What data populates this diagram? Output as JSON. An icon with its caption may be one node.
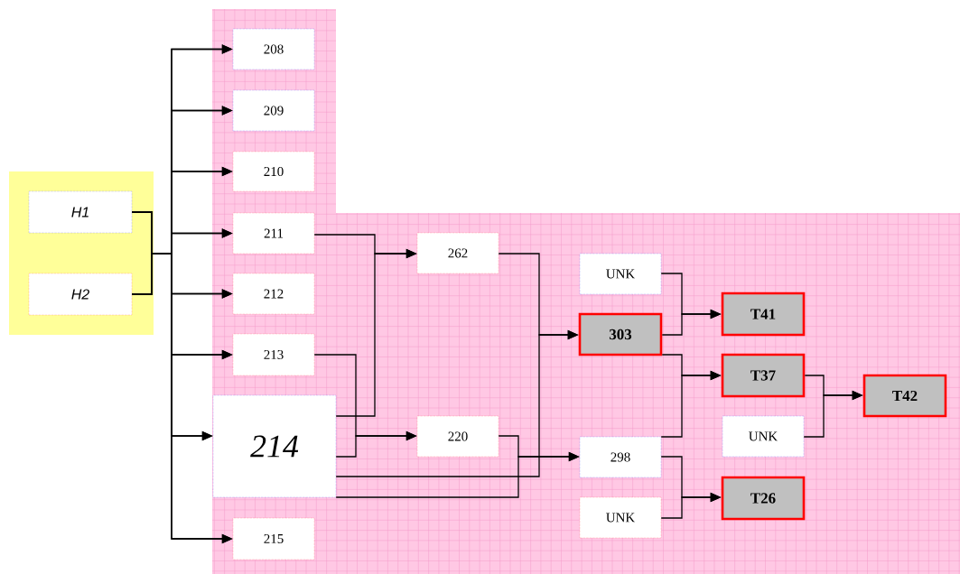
{
  "diagram": {
    "nodes": [
      {
        "text": [
          "H1"
        ]
      },
      {
        "text": [
          "H2"
        ]
      },
      {
        "text": [
          "208"
        ]
      },
      {
        "text": [
          "209"
        ]
      },
      {
        "text": [
          "210"
        ]
      },
      {
        "text": [
          "211"
        ]
      },
      {
        "text": [
          "212"
        ]
      },
      {
        "text": [
          "213"
        ]
      },
      {
        "text": [
          "214"
        ]
      },
      {
        "text": [
          "215"
        ]
      },
      {
        "text": [
          "262"
        ]
      },
      {
        "text": [
          "220"
        ]
      },
      {
        "text": [
          "UNK"
        ]
      },
      {
        "text": [
          "303"
        ]
      },
      {
        "text": [
          "298"
        ]
      },
      {
        "text": [
          "UNK"
        ]
      },
      {
        "text": [
          "T41"
        ]
      },
      {
        "text": [
          "T37"
        ]
      },
      {
        "text": [
          "UNK"
        ]
      },
      {
        "text": [
          "T26"
        ]
      },
      {
        "text": [
          "T42"
        ]
      }
    ],
    "edges": [
      {
        "from": 0,
        "to": 2,
        "arrow": "to"
      },
      {
        "from": 0,
        "to": 3,
        "arrow": "to"
      },
      {
        "from": 0,
        "to": 4,
        "arrow": "to"
      },
      {
        "from": 0,
        "to": 5,
        "arrow": "to"
      },
      {
        "from": 0,
        "to": 6,
        "arrow": "to"
      },
      {
        "from": 0,
        "to": 7,
        "arrow": "to"
      },
      {
        "from": 0,
        "to": 8,
        "arrow": "to"
      },
      {
        "from": 0,
        "to": 9,
        "arrow": "to"
      },
      {
        "from": 1,
        "to": 2,
        "arrow": "to"
      },
      {
        "from": 1,
        "to": 3,
        "arrow": "to"
      },
      {
        "from": 1,
        "to": 4,
        "arrow": "to"
      },
      {
        "from": 1,
        "to": 5,
        "arrow": "to"
      },
      {
        "from": 1,
        "to": 6,
        "arrow": "to"
      },
      {
        "from": 1,
        "to": 7,
        "arrow": "to"
      },
      {
        "from": 1,
        "to": 8,
        "arrow": "to"
      },
      {
        "from": 1,
        "to": 9,
        "arrow": "to"
      },
      {
        "from": 5,
        "to": 10,
        "arrow": "to"
      },
      {
        "from": 8,
        "to": 10,
        "arrow": "to"
      },
      {
        "from": 7,
        "to": 11,
        "arrow": "to"
      },
      {
        "from": 8,
        "to": 11,
        "arrow": "to"
      },
      {
        "from": 10,
        "to": 13,
        "arrow": "to"
      },
      {
        "from": 8,
        "to": 13,
        "arrow": "to"
      },
      {
        "from": 11,
        "to": 14,
        "arrow": "to"
      },
      {
        "from": 8,
        "to": 14,
        "arrow": "to"
      },
      {
        "from": 12,
        "to": 16,
        "arrow": "to"
      },
      {
        "from": 13,
        "to": 16,
        "arrow": "to"
      },
      {
        "from": 13,
        "to": 17,
        "arrow": "to"
      },
      {
        "from": 14,
        "to": 17,
        "arrow": "to"
      },
      {
        "from": 17,
        "to": 20,
        "arrow": "to"
      },
      {
        "from": 18,
        "to": 20,
        "arrow": "to"
      },
      {
        "from": 14,
        "to": 19,
        "arrow": "to"
      },
      {
        "from": 15,
        "to": 19,
        "arrow": "to"
      }
    ]
  }
}
